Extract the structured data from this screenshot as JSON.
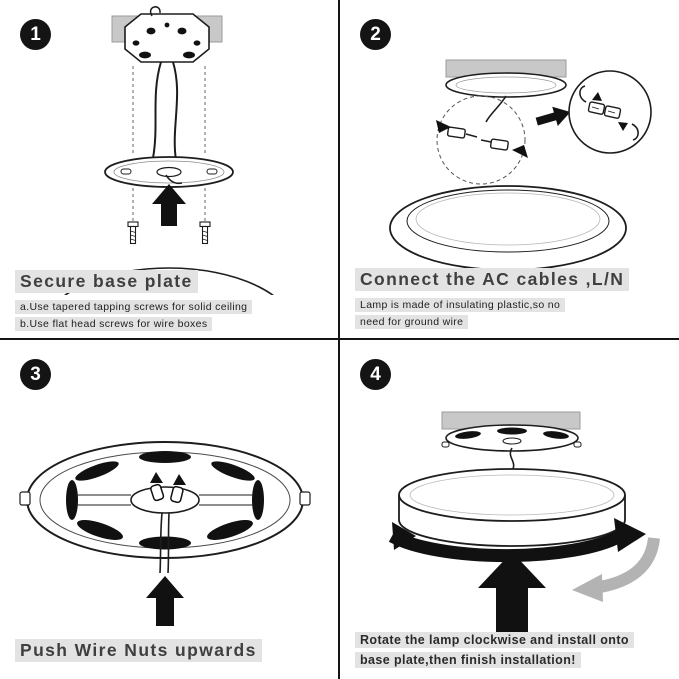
{
  "colors": {
    "highlight": "#e3e3e3",
    "ink": "#1d1d1d",
    "ceiling_gray": "#c8c8c8",
    "rotation_gray": "#b3b3b3"
  },
  "panels": [
    {
      "number": "1",
      "title": "Secure base plate",
      "sub_lines": [
        "a.Use tapered tapping screws for solid ceiling",
        "b.Use flat head screws for wire boxes"
      ]
    },
    {
      "number": "2",
      "title": "Connect the AC cables ,L/N",
      "sub_lines": [
        "Lamp is made of insulating plastic,so no",
        "need for ground wire"
      ]
    },
    {
      "number": "3",
      "title": "Push Wire Nuts upwards",
      "sub_lines": []
    },
    {
      "number": "4",
      "title_lines": [
        "Rotate the lamp clockwise and install onto",
        "base plate,then finish installation!"
      ]
    }
  ]
}
